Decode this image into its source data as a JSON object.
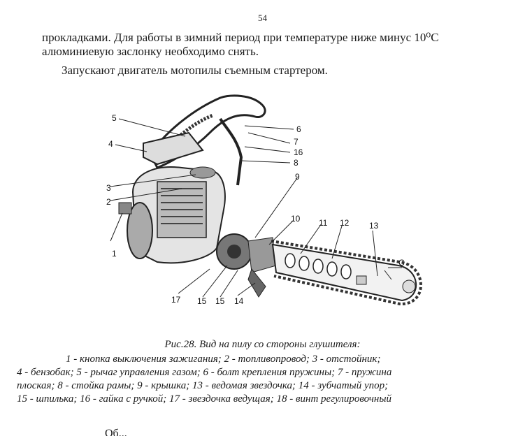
{
  "page": {
    "number": "54"
  },
  "paragraphs": [
    "прокладками. Для работы в зимний период при температуре ниже минус 10⁰С алюминиевую заслонку необходимо снять.",
    "Запускают двигатель мотопилы съемным стартером."
  ],
  "figure": {
    "caption": "Рис.28. Вид на пилу со стороны глушителя:",
    "legend_lines": [
      "1 - кнопка выключения зажигания;  2 - топливопровод;  3 - отстойник;",
      "4 - бензобак; 5 - рычаг управления газом; 6 - болт крепления пружины; 7 - пружина",
      "плоская;  8 - стойка рамы;  9 - крышка; 13 - ведомая звездочка; 14 - зубчатый упор;",
      "15 - шпилька; 16 - гайка с ручкой; 17 - звездочка ведущая; 18 - винт регулировочный"
    ],
    "callouts": [
      "1",
      "2",
      "3",
      "4",
      "5",
      "6",
      "7",
      "16",
      "8",
      "9",
      "10",
      "11",
      "12",
      "13",
      "17",
      "15",
      "15",
      "14",
      "C"
    ]
  },
  "truncated_text": "Об..."
}
